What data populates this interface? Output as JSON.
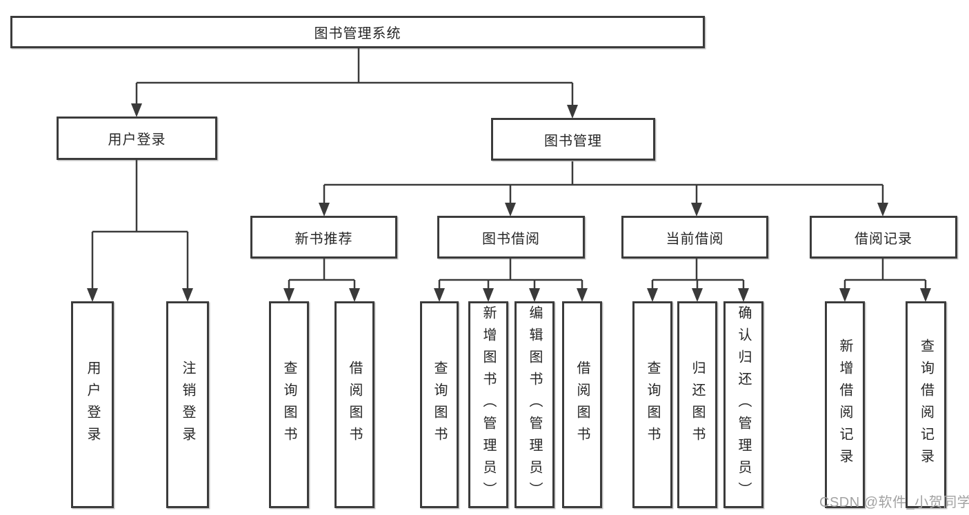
{
  "tree": {
    "root": {
      "label": "图书管理系统",
      "children": [
        {
          "label": "用户登录",
          "children": [
            {
              "label": "用户登录"
            },
            {
              "label": "注销登录"
            }
          ]
        },
        {
          "label": "图书管理",
          "children": [
            {
              "label": "新书推荐",
              "children": [
                {
                  "label": "查询图书"
                },
                {
                  "label": "借阅图书"
                }
              ]
            },
            {
              "label": "图书借阅",
              "children": [
                {
                  "label": "查询图书"
                },
                {
                  "label": "新增图书（管理员）"
                },
                {
                  "label": "编辑图书（管理员）"
                },
                {
                  "label": "借阅图书"
                }
              ]
            },
            {
              "label": "当前借阅",
              "children": [
                {
                  "label": "查询图书"
                },
                {
                  "label": "归还图书"
                },
                {
                  "label": "确认归还（管理员）"
                }
              ]
            },
            {
              "label": "借阅记录",
              "children": [
                {
                  "label": "新增借阅记录"
                },
                {
                  "label": "查询借阅记录"
                }
              ]
            }
          ]
        }
      ]
    }
  },
  "watermark": {
    "text": "CSDN @软件_小贺同学"
  },
  "colors": {
    "line": "#3a3a3a",
    "border": "#3b3b3b",
    "text": "#262626",
    "watermark": "#a2a2a2",
    "background": "#ffffff"
  }
}
